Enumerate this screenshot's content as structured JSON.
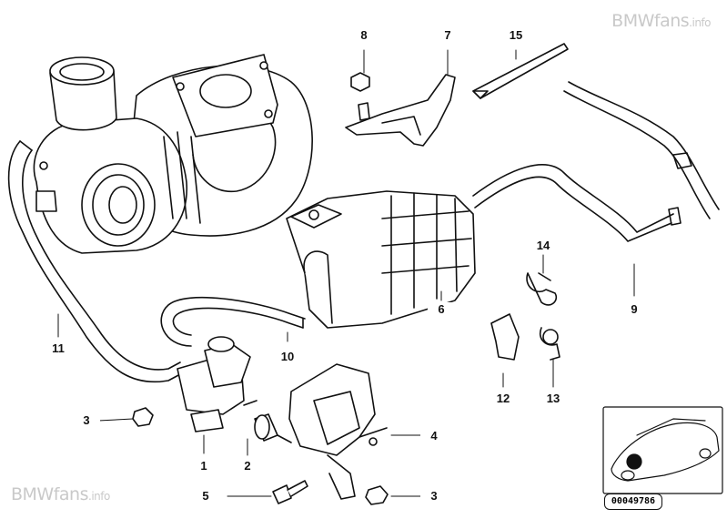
{
  "watermark_top": {
    "brand": "BMWfans",
    "suffix": ".info"
  },
  "watermark_bottom": {
    "brand": "BMWfans",
    "suffix": ".info"
  },
  "callouts": {
    "c1": "1",
    "c2": "2",
    "c3a": "3",
    "c3b": "3",
    "c4": "4",
    "c5": "5",
    "c6": "6",
    "c7": "7",
    "c8": "8",
    "c9": "9",
    "c10": "10",
    "c11": "11",
    "c12": "12",
    "c13": "13",
    "c14": "14",
    "c15": "15"
  },
  "thumbnail": {
    "code": "00049786"
  }
}
